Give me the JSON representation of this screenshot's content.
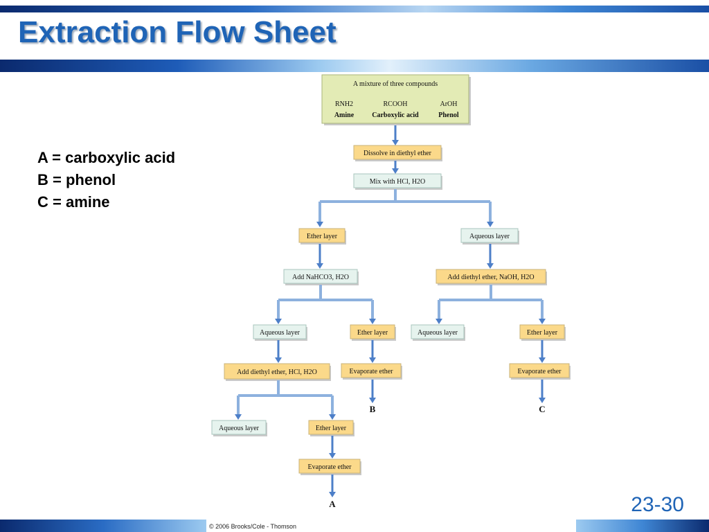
{
  "title": "Extraction Flow Sheet",
  "legend": {
    "a": "A = carboxylic acid",
    "b": "B = phenol",
    "c": "C = amine"
  },
  "slide_number": "23-30",
  "credit": "© 2006 Brooks/Cole - Thomson",
  "flow": {
    "mixture_title": "A mixture of three compounds",
    "compounds": [
      {
        "formula": "RNH2",
        "name": "Amine"
      },
      {
        "formula": "RCOOH",
        "name": "Carboxylic acid"
      },
      {
        "formula": "ArOH",
        "name": "Phenol"
      }
    ],
    "dissolve": "Dissolve in diethyl ether",
    "mix_hcl": "Mix with HCl, H2O",
    "ether_layer_1": "Ether layer",
    "aqueous_layer_1": "Aqueous layer",
    "add_nahco3": "Add NaHCO3, H2O",
    "add_ether_naoh": "Add diethyl ether, NaOH, H2O",
    "aqueous_layer_2": "Aqueous layer",
    "ether_layer_2": "Ether layer",
    "aqueous_layer_3": "Aqueous layer",
    "ether_layer_3": "Ether layer",
    "add_ether_hcl": "Add diethyl ether, HCl, H2O",
    "evaporate_b": "Evaporate ether",
    "evaporate_c": "Evaporate ether",
    "aqueous_layer_4": "Aqueous layer",
    "ether_layer_4": "Ether layer",
    "evaporate_a": "Evaporate ether",
    "product_a": "A",
    "product_b": "B",
    "product_c": "C"
  },
  "colors": {
    "title": "#1f64b6",
    "reagent_box": "#fbd98a",
    "layer_box": "#e6f3ee",
    "arrow": "#4d7fc8"
  }
}
